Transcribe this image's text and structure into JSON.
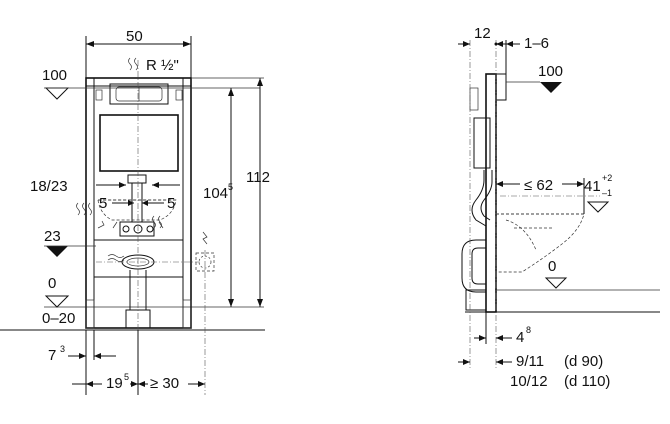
{
  "front_view": {
    "width_dim": "50",
    "pipe_label": "R ½\"",
    "level_100": "100",
    "dim_18_23": "18/23",
    "dim_5_left": "5",
    "dim_5_right": "5",
    "level_23": "23",
    "level_0": "0",
    "range_0_20": "0–20",
    "dim_7": "7",
    "dim_7_sup": "3",
    "dim_19": "19",
    "dim_19_sup": "5",
    "dim_ge30": "≥ 30",
    "height_112": "112",
    "height_104": "104",
    "height_104_sup": "5"
  },
  "side_view": {
    "dim_12": "12",
    "dim_1_6": "1–6",
    "level_100": "100",
    "dim_le62": "≤ 62",
    "dim_41": "41",
    "dim_41_sup_top": "+2",
    "dim_41_sup_bot": "–1",
    "level_0": "0",
    "dim_4": "4",
    "dim_4_sup": "8",
    "dim_9_11": "9/11",
    "dim_d90": "(d 90)",
    "dim_10_12": "10/12",
    "dim_d110": "(d 110)"
  }
}
